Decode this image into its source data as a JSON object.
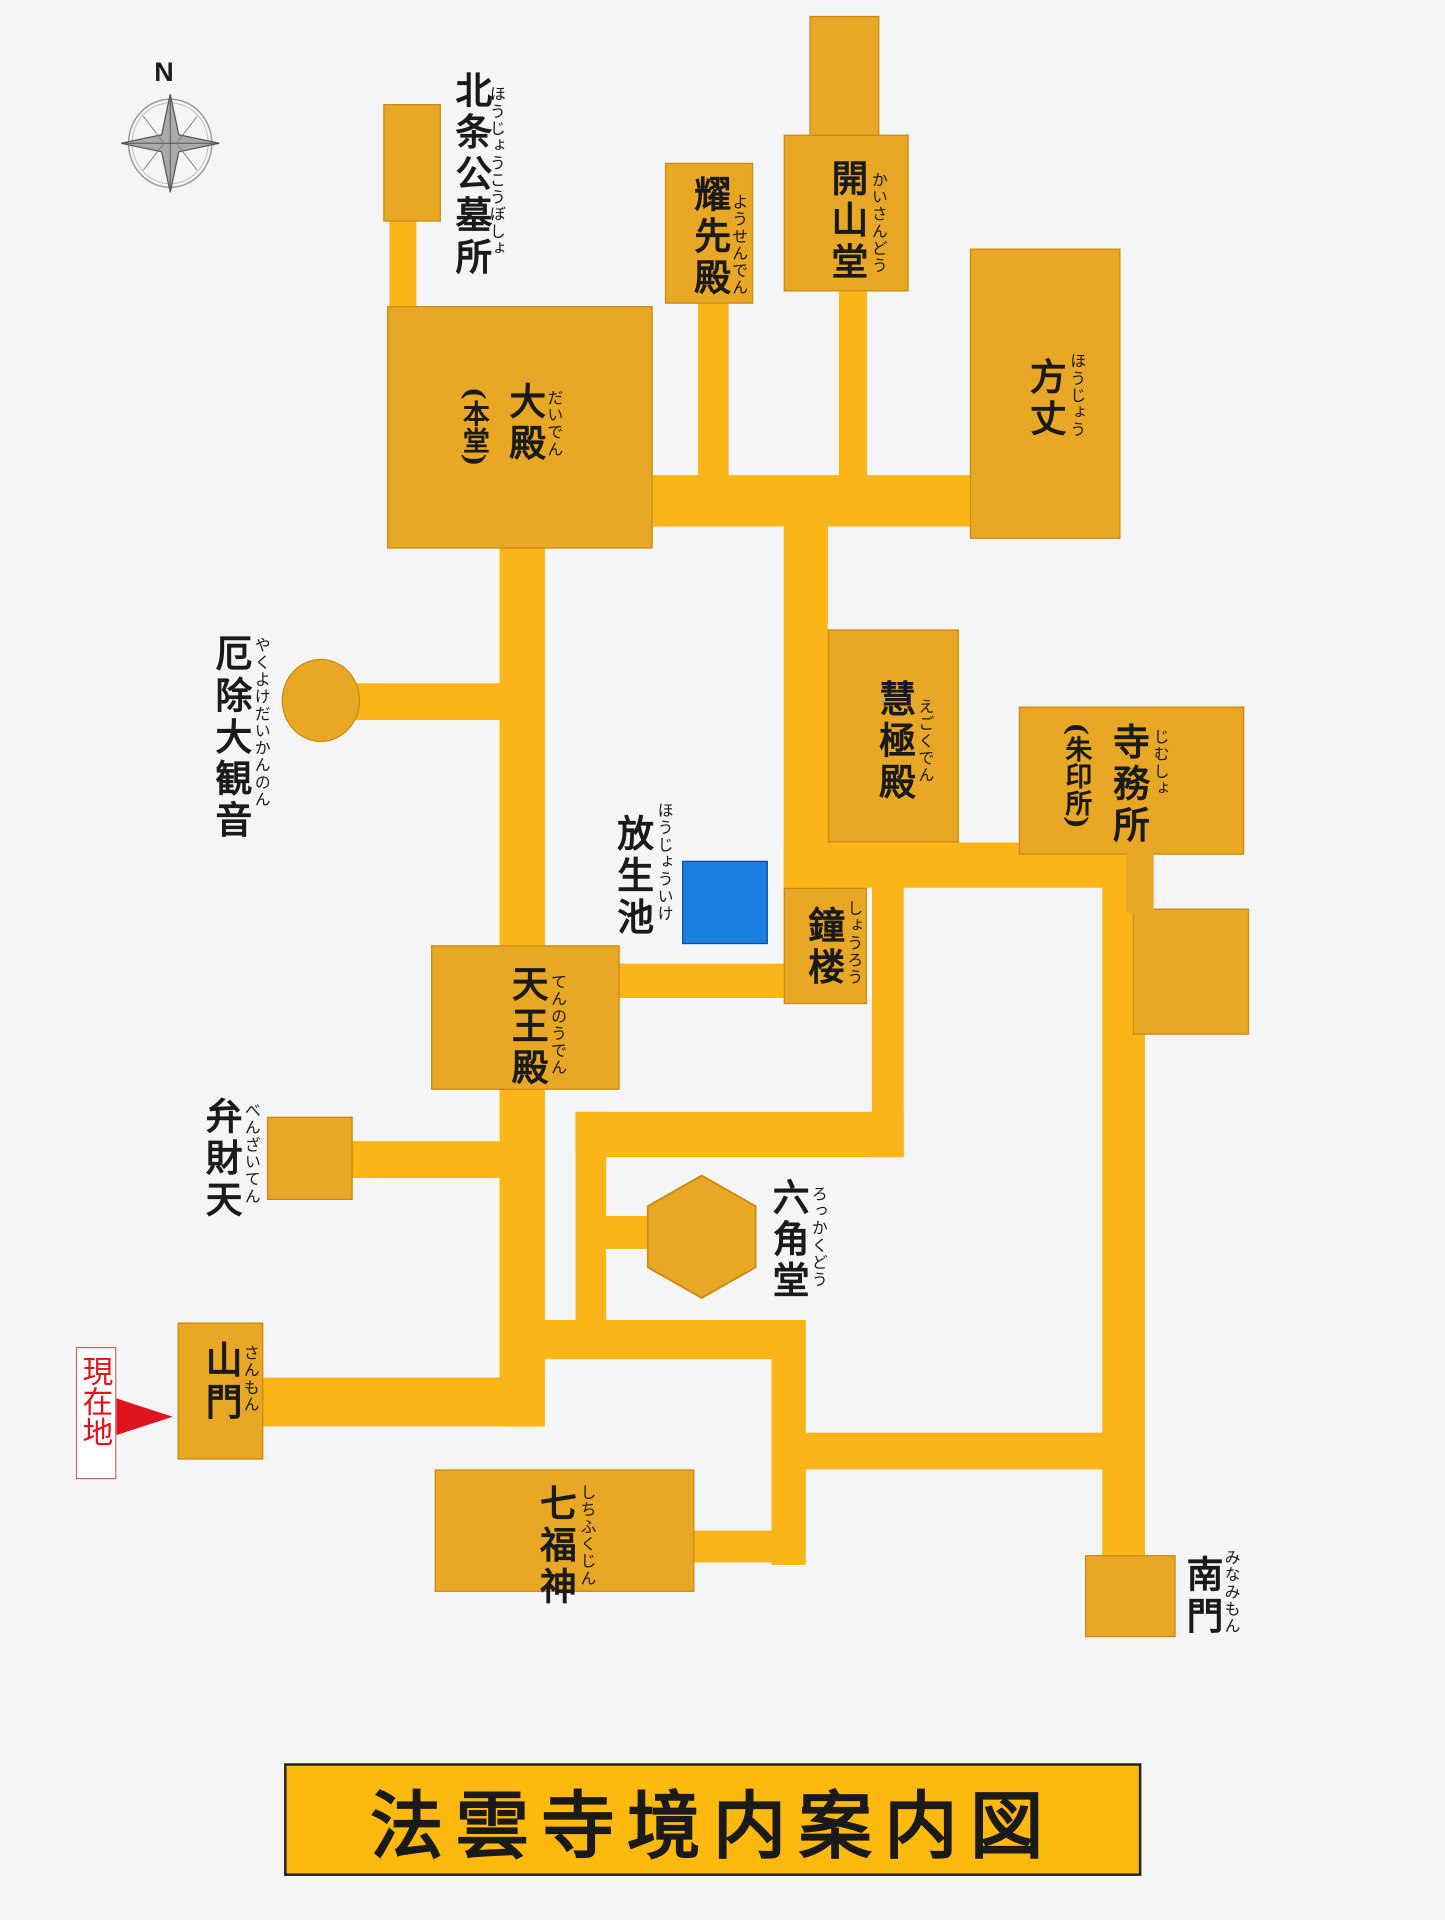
{
  "compass": {
    "north": "N"
  },
  "places": {
    "hojo_ko_bosho": {
      "name": "北条公墓所",
      "reading": "ほうじょうこうぼしょ"
    },
    "yosenden": {
      "name": "耀先殿",
      "reading": "ようせんでん"
    },
    "kaisando": {
      "name": "開山堂",
      "reading": "かいさんどう"
    },
    "hojo": {
      "name": "方丈",
      "reading": "ほうじょう"
    },
    "daiden": {
      "name": "大殿",
      "reading": "だいでん",
      "sub": "(本堂)"
    },
    "yakuyoke": {
      "name": "厄除大観音",
      "reading": "やくよけだいかんのん"
    },
    "egokuden": {
      "name": "慧極殿",
      "reading": "えごくでん"
    },
    "jimusho": {
      "name": "寺務所",
      "reading": "じむしょ",
      "sub": "(朱印所)"
    },
    "hojoike": {
      "name": "放生池",
      "reading": "ほうじょういけ"
    },
    "shoro": {
      "name": "鐘楼",
      "reading": "しょうろう"
    },
    "tennoden": {
      "name": "天王殿",
      "reading": "てんのうでん"
    },
    "benzaiten": {
      "name": "弁財天",
      "reading": "べんざいてん"
    },
    "rokkakudo": {
      "name": "六角堂",
      "reading": "ろっかくどう"
    },
    "sanmon": {
      "name": "山門",
      "reading": "さんもん"
    },
    "shichifukujin": {
      "name": "七福神",
      "reading": "しちふくじん"
    },
    "minamimon": {
      "name": "南門",
      "reading": "みなみもん"
    }
  },
  "current_location": "現在地",
  "title": "法雲寺境内案内図",
  "colors": {
    "path": "#fbb519",
    "building": "#e8a724",
    "pond": "#1a7fe0",
    "marker": "#e0141e"
  }
}
